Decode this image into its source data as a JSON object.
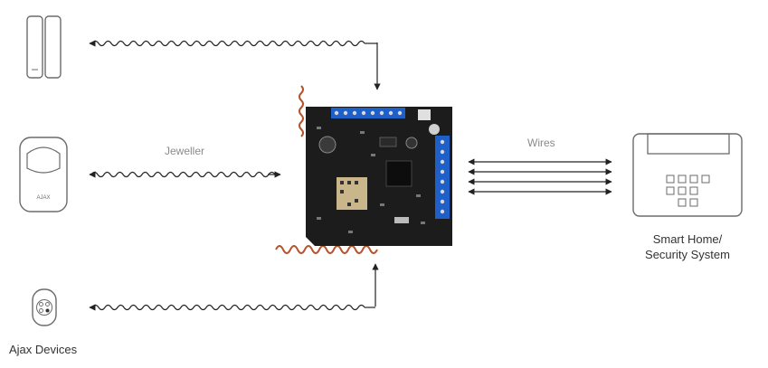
{
  "labels": {
    "jeweller": "Jeweller",
    "wires": "Wires",
    "system_line1": "Smart Home/",
    "system_line2": "Security System",
    "devices": "Ajax Devices"
  },
  "device_text": {
    "brand": "AJAX"
  },
  "colors": {
    "line": "#222222",
    "device_outline": "#6b6b6b",
    "board": "#1c1c1c",
    "terminal": "#1f5fc8",
    "antenna": "#b5542a",
    "label": "#333333",
    "label_muted": "#8a8a8a"
  }
}
